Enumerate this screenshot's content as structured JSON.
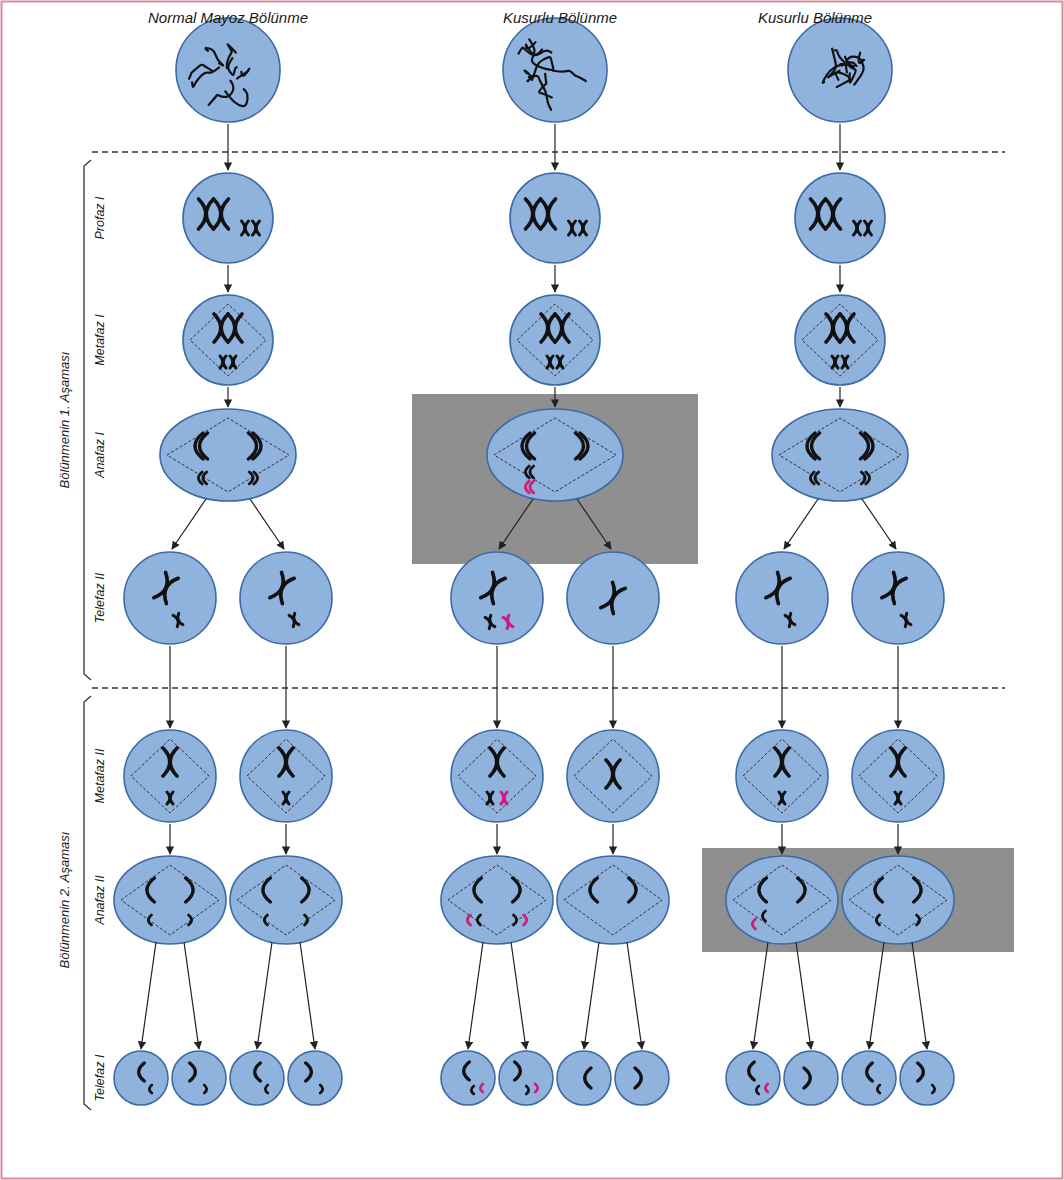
{
  "diagram": {
    "labels": [
      "Normal Mayoz Bölünme",
      "Kusurlu Bölünme",
      "Kusurlu Bölünme",
      "Bölünmenin 1. Aşaması",
      "Profaz I",
      "Metafaz I",
      "Anafaz I",
      "Telefaz II",
      "Bölünmenin 2. Aşaması",
      "Metafaz II",
      "Anafaz II",
      "Telefaz I"
    ]
  }
}
